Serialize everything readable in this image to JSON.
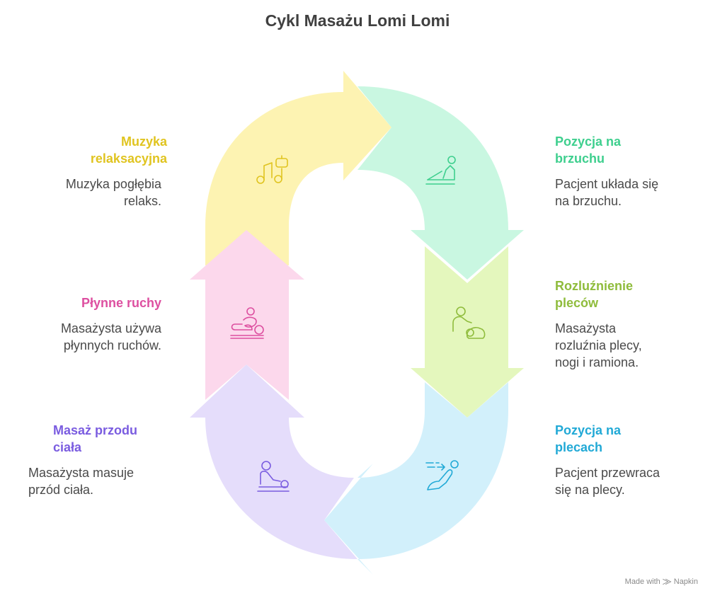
{
  "title": "Cykl Masażu Lomi Lomi",
  "steps": [
    {
      "label": "Pozycja na\nbrzuchu",
      "description": "Pacjent układa się\nna brzuchu.",
      "color": "#3ecf8e",
      "fill": "#c9f7e1",
      "icon": "lying-prone-icon"
    },
    {
      "label": "Rozluźnienie\npleców",
      "description": "Masażysta\nrozluźnia plecy,\nnogi i ramiona.",
      "color": "#8fbc3c",
      "fill": "#e4f7bd",
      "icon": "back-massage-icon"
    },
    {
      "label": "Pozycja na\nplecach",
      "description": "Pacjent przewraca\nsię na plecy.",
      "color": "#21a9d6",
      "fill": "#d2f0fb",
      "icon": "turning-over-icon"
    },
    {
      "label": "Masaż przodu\nciała",
      "description": "Masażysta masuje\nprzód ciała.",
      "color": "#7a5ce0",
      "fill": "#e5ddfb",
      "icon": "front-massage-icon"
    },
    {
      "label": "Płynne ruchy",
      "description": "Masażysta używa\npłynnych ruchów.",
      "color": "#dd4fa0",
      "fill": "#fcd8ec",
      "icon": "flowing-movement-icon"
    },
    {
      "label": "Muzyka\nrelaksacyjna",
      "description": "Muzyka pogłębia\nrelaks.",
      "color": "#e0c420",
      "fill": "#fdf3b2",
      "icon": "music-icon"
    }
  ],
  "credit": "Made with ⨠ Napkin"
}
